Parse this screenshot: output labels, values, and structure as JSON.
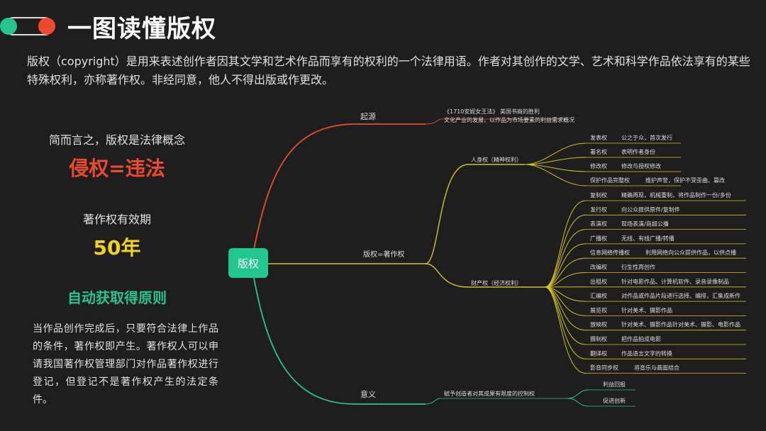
{
  "title": "一图读懂版权",
  "intro": "版权（copyright）是用来表述创作者因其文学和艺术作品而享有的权利的一个法律用语。作者对其创作的文学、艺术和科学作品依法享有的某些特殊权利，亦称著作权。非经同意，他人不得出版或作更改。",
  "left": {
    "line1": "简而言之，版权是法律概念",
    "line2": "侵权=违法",
    "line3": "著作权有效期",
    "line4": "50年",
    "line5": "自动获取得原则",
    "para": "当作品创作完成后，只要符合法律上作品的条件，著作权即产生。著作权人可以申请我国著作权管理部门对作品著作权进行登记，但登记不是著作权产生的法定条件。"
  },
  "root": "版权",
  "origin": {
    "label": "起源",
    "detail1": "《1710安妮女王法》 美国书商的胜利",
    "detail2": "文化产业的发展，以作品为市场要素的利益需求概况"
  },
  "main": {
    "label": "版权=著作权",
    "personal": {
      "label": "人身权（精神权利）",
      "items": [
        {
          "name": "发表权",
          "desc": "公之于众，首次发行"
        },
        {
          "name": "署名权",
          "desc": "表明作者身份"
        },
        {
          "name": "修改权",
          "desc": "修改与授权修改"
        },
        {
          "name": "保护作品完整权",
          "desc": "维护声誉，保护不受歪曲、篡改"
        }
      ]
    },
    "property": {
      "label": "财产权（经济权利）",
      "items": [
        {
          "name": "复制权",
          "desc": "精确再现，机械重制，将作品制作一份/多份"
        },
        {
          "name": "发行权",
          "desc": "向公众提供原件/复制件"
        },
        {
          "name": "表演权",
          "desc": "现场表演/商超公播"
        },
        {
          "name": "广播权",
          "desc": "无线、有线广播/转播"
        },
        {
          "name": "信息网络传播权",
          "desc": "利用网络向公众提供作品，以供点播"
        },
        {
          "name": "改编权",
          "desc": "衍生性再创作"
        },
        {
          "name": "出租权",
          "desc": "针对电影作品、计算机软件、录音录像制品"
        },
        {
          "name": "汇编权",
          "desc": "对作品或作品片段进行选择、编排，汇集成新作"
        },
        {
          "name": "展览权",
          "desc": "针对美术、摄影作品"
        },
        {
          "name": "放映权",
          "desc": "针对美术、摄影作品针对美术、摄影、电影作品"
        },
        {
          "name": "摄制权",
          "desc": "把作品拍成电影"
        },
        {
          "name": "翻译权",
          "desc": "作品语言文字的转换"
        },
        {
          "name": "影音同步权",
          "desc": "将音乐与画面结合"
        }
      ]
    }
  },
  "meaning": {
    "label": "意义",
    "detail": "赋予创造者对其成果有限度的控制权",
    "items": [
      "利益回报",
      "促进创新"
    ]
  },
  "colors": {
    "red": "#ee4a2c",
    "yellow": "#d4c21c",
    "green": "#27c48e",
    "background": "#1e1e1e"
  }
}
